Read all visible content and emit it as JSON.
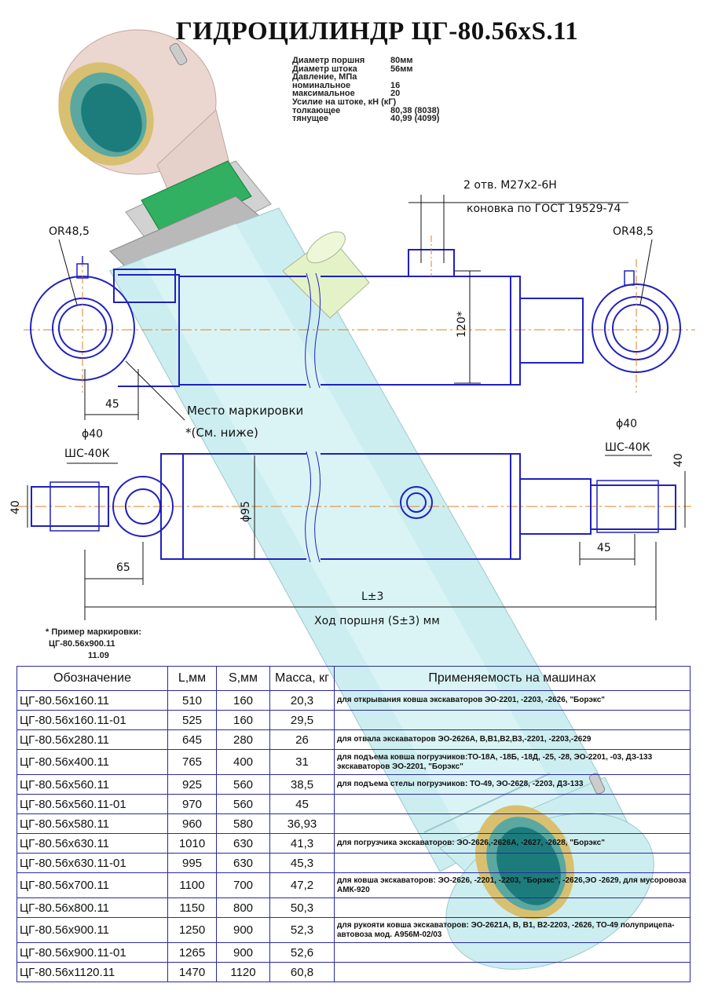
{
  "title": "ГИДРОЦИЛИНДР ЦГ-80.56хS.11",
  "specs": [
    {
      "label": "Диаметр поршня",
      "value": "80мм"
    },
    {
      "label": "Диаметр штока",
      "value": "56мм"
    },
    {
      "label": "Давление, МПа",
      "value": ""
    },
    {
      "label": "номинальное",
      "value": "16"
    },
    {
      "label": "максимальное",
      "value": "20"
    },
    {
      "label": "Усилие на штоке, кН (кГ)",
      "value": ""
    },
    {
      "label": "толкающее",
      "value": "80,38 (8038)"
    },
    {
      "label": "тянущее",
      "value": "40,99 (4099)"
    }
  ],
  "drawing": {
    "port_note_1": "2 отв. М27х2-6Н",
    "port_note_2": "коновка по ГОСТ 19529-74",
    "radius_left": "OR48,5",
    "radius_right": "OR48,5",
    "dim_120": "120*",
    "dim_45_top": "45",
    "marking_place": "Место маркировки",
    "marking_ref": "*(См. ниже)",
    "phi40_left": "ϕ40",
    "bearing_left": "ШС-40К",
    "phi40_right": "ϕ40",
    "bearing_right": "ШС-40К",
    "dim_40_left": "40",
    "dim_40_right": "40",
    "phi95": "ϕ95",
    "dim_65": "65",
    "dim_45_bottom": "45",
    "dim_L": "L±3",
    "stroke": "Ход поршня (S±3) мм"
  },
  "marking_example": {
    "title": "* Пример маркировки:",
    "line1": "ЦГ-80.56х900.11",
    "line2": "11.09"
  },
  "table": {
    "headers": [
      "Обозначение",
      "L,мм",
      "S,мм",
      "Масса, кг",
      "Применяемость на машинах"
    ],
    "rows": [
      [
        "ЦГ-80.56х160.11",
        "510",
        "160",
        "20,3",
        "для открывания ковша экскаваторов ЭО-2201, -2203, -2626, \"Борэкс\""
      ],
      [
        "ЦГ-80.56х160.11-01",
        "525",
        "160",
        "29,5",
        ""
      ],
      [
        "ЦГ-80.56х280.11",
        "645",
        "280",
        "26",
        "для отвала экскаваторов ЭО-2626А, В,В1,В2,В3,-2201, -2203,-2629"
      ],
      [
        "ЦГ-80.56х400.11",
        "765",
        "400",
        "31",
        "для подъема ковша погрузчиков:ТО-18А, -18Б, -18Д, -25, -28, ЭО-2201, -03, ДЗ-133 экскаваторов ЭО-2201, \"Борэкс\""
      ],
      [
        "ЦГ-80.56х560.11",
        "925",
        "560",
        "38,5",
        "для подъема стелы погрузчиков: ТО-49, ЭО-2628, -2203, ДЗ-133"
      ],
      [
        "ЦГ-80.56х560.11-01",
        "970",
        "560",
        "45",
        ""
      ],
      [
        "ЦГ-80.56х580.11",
        "960",
        "580",
        "36,93",
        ""
      ],
      [
        "ЦГ-80.56х630.11",
        "1010",
        "630",
        "41,3",
        "для погрузчика экскаваторов: ЭО-2626,-2626А, -2627, -2628, \"Борэкс\""
      ],
      [
        "ЦГ-80.56х630.11-01",
        "995",
        "630",
        "45,3",
        ""
      ],
      [
        "ЦГ-80.56х700.11",
        "1100",
        "700",
        "47,2",
        "для ковша экскаваторов: ЭО-2626, -2201, -2203, \"Борэкс\", -2626,ЭО -2629, для мусоровоза АМК-920"
      ],
      [
        "ЦГ-80.56х800.11",
        "1150",
        "800",
        "50,3",
        ""
      ],
      [
        "ЦГ-80.56х900.11",
        "1250",
        "900",
        "52,3",
        "для рукояти ковша экскаваторов: ЭО-2621А, В, В1, В2-2203, -2626, ТО-49 полуприцепа-автовоза мод. А956М-02/03"
      ],
      [
        "ЦГ-80.56х900.11-01",
        "1265",
        "900",
        "52,6",
        ""
      ],
      [
        "ЦГ-80.56х1120.11",
        "1470",
        "1120",
        "60,8",
        ""
      ]
    ]
  },
  "colors": {
    "body": "#cdeef0",
    "outline": "#2020c0",
    "centerline": "#e08020",
    "eye": "#ecd6d0",
    "seal": "#d8c070",
    "bore": "#1c7c7c",
    "collar": "#30b060",
    "port": "#e4f2c8"
  }
}
